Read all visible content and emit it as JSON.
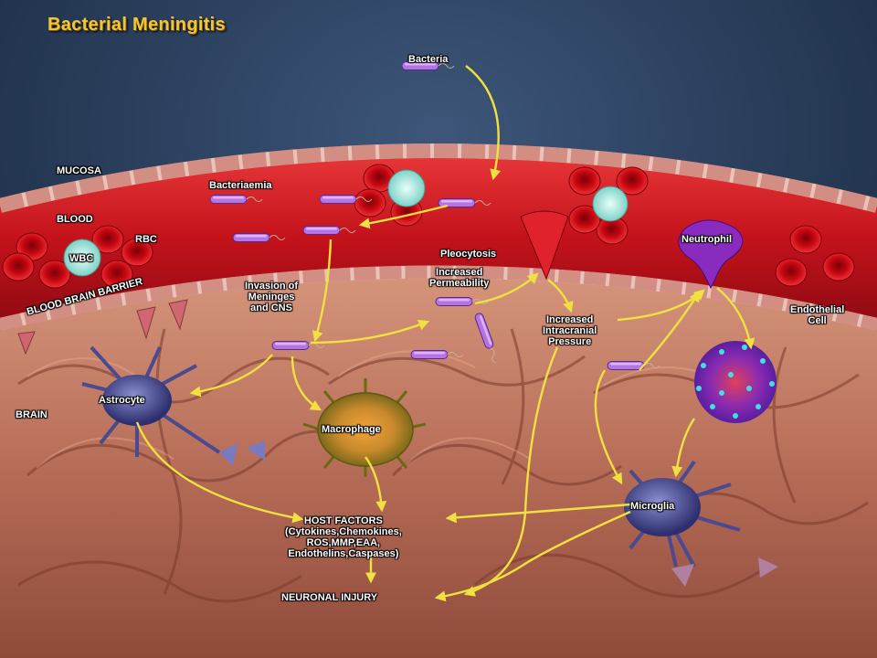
{
  "title": "Bacterial Meningitis",
  "labels": {
    "bacteria": "Bacteria",
    "mucosa": "MUCOSA",
    "bacteriaemia": "Bacteriaemia",
    "blood": "BLOOD",
    "rbc": "RBC",
    "wbc": "WBC",
    "pleocytosis": "Pleocytosis",
    "increased_permeability": [
      "Increased",
      "Permeability"
    ],
    "neutrophil": "Neutrophil",
    "endothelial_cell": [
      "Endothelial",
      "Cell"
    ],
    "blood_brain_barrier": "BLOOD BRAIN BARRIER",
    "invasion": [
      "Invasion of",
      "Meninges",
      "and CNS"
    ],
    "increased_icp": [
      "Increased",
      "Intracranial",
      "Pressure"
    ],
    "brain": "BRAIN",
    "astrocyte": "Astrocyte",
    "macrophage": "Macrophage",
    "microglia": "Microglia",
    "host_factors": [
      "HOST FACTORS",
      "(Cytokines,Chemokines,",
      "ROS,MMP,EAA,",
      "Endothelins,Caspases)"
    ],
    "neuronal_injury": "NEURONAL INJURY"
  },
  "colors": {
    "background": "#1b2c45",
    "blood_vessel": "#c8141c",
    "brain_tissue": "#c07a62",
    "arrow": "#f0e040",
    "bacteria": "#b070e0",
    "title": "#f3c63a"
  }
}
